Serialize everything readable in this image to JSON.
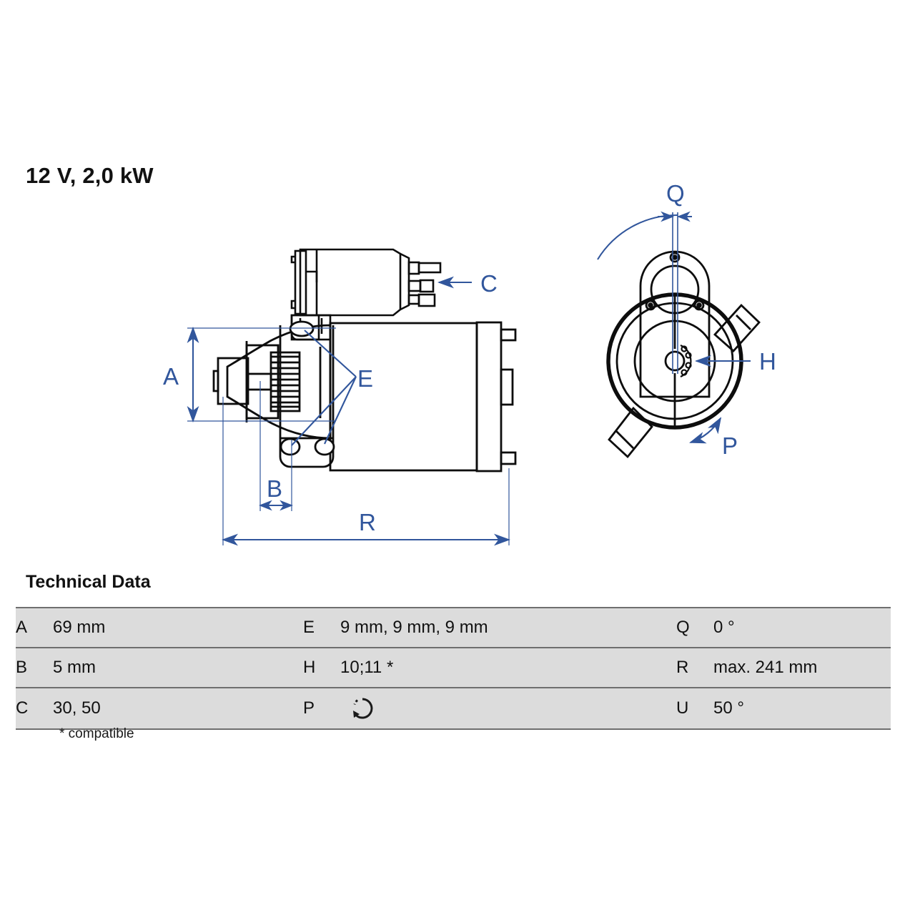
{
  "title": "12 V, 2,0 kW",
  "section": {
    "heading": "Technical Data",
    "footnote": "* compatible"
  },
  "colors": {
    "annotation_blue": "#31569c",
    "line_black": "#0d0d0d",
    "table_value_bg": "#dcdcdc",
    "table_rule": "#6f6f6f"
  },
  "table": {
    "rows": [
      {
        "k1": "A",
        "v1": "69 mm",
        "k2": "E",
        "v2": "9 mm, 9 mm, 9 mm",
        "k3": "Q",
        "v3": "0 °"
      },
      {
        "k1": "B",
        "v1": "5 mm",
        "k2": "H",
        "v2": "10;11 *",
        "k3": "R",
        "v3": "max. 241 mm"
      },
      {
        "k1": "C",
        "v1": "30, 50",
        "k2": "P",
        "v2": "",
        "k3": "U",
        "v3": "50 °"
      }
    ]
  },
  "drawing": {
    "side_view": {
      "labels": {
        "A": "A",
        "B": "B",
        "C": "C",
        "E": "E",
        "R": "R"
      }
    },
    "end_view": {
      "labels": {
        "Q": "Q",
        "H": "H",
        "P": "P"
      }
    }
  },
  "icons": {
    "rotation_ccw": "rotation-counterclockwise-icon"
  }
}
